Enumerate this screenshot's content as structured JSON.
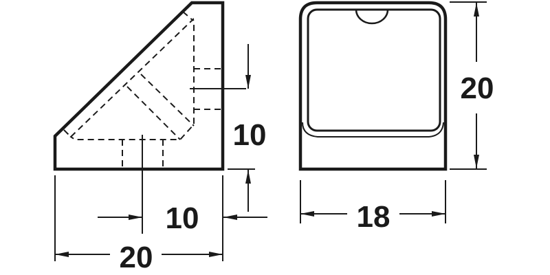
{
  "drawing": {
    "title": "Corner bracket dimension drawing",
    "line_color": "#1a1a1a",
    "background": "#ffffff",
    "views": [
      {
        "name": "side-view",
        "description": "Triangular corner block side view with hidden (dashed) internal lines"
      },
      {
        "name": "front-view",
        "description": "Front view with rounded outer frame, inner rounded recess and semicircular notch"
      }
    ],
    "dimensions": {
      "side_width": "20",
      "side_hole_offset_horizontal": "10",
      "side_hole_offset_vertical": "10",
      "front_width": "18",
      "front_height": "20"
    }
  }
}
